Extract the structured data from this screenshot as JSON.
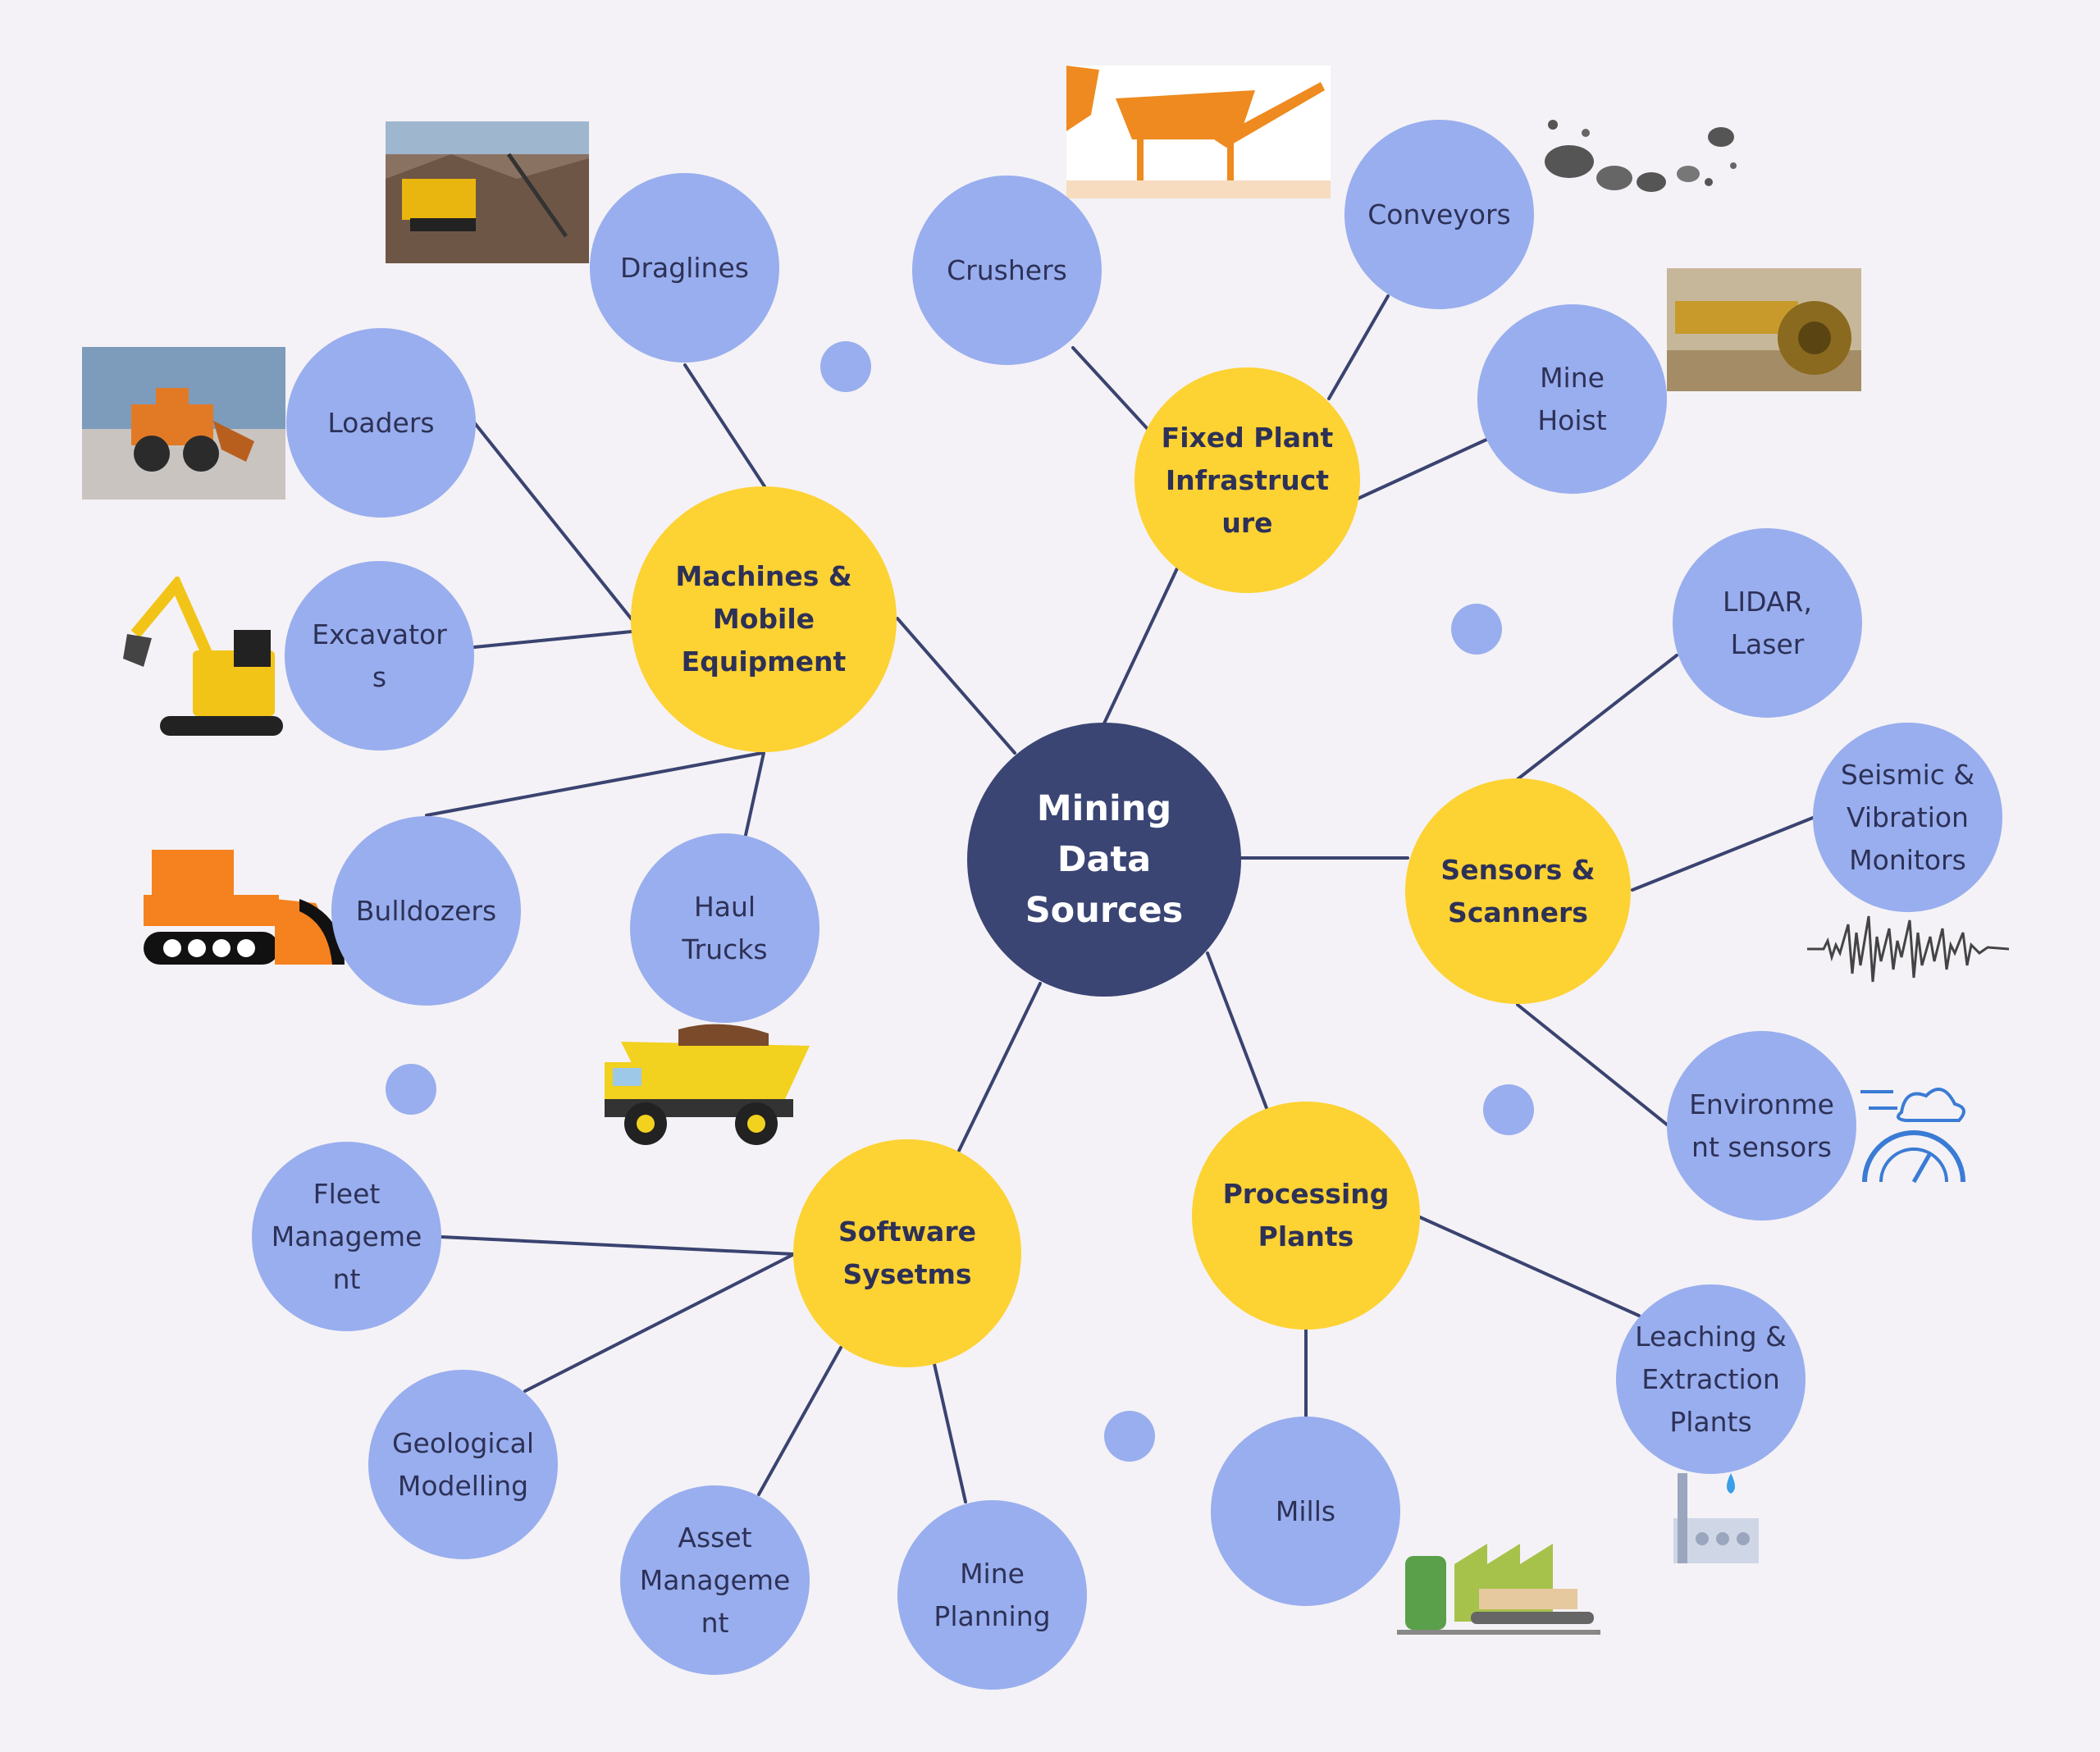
{
  "diagram": {
    "center": {
      "label": "Mining\nData\nSources"
    },
    "categories": [
      {
        "id": "machines",
        "label": "Machines &\nMobile\nEquipment"
      },
      {
        "id": "fixed-plant",
        "label": "Fixed Plant\nInfrastruct\nure"
      },
      {
        "id": "sensors",
        "label": "Sensors &\nScanners"
      },
      {
        "id": "processing",
        "label": "Processing\nPlants"
      },
      {
        "id": "software",
        "label": "Software\nSysetms"
      }
    ],
    "leaves": [
      {
        "id": "draglines",
        "label": "Draglines",
        "parent": "machines"
      },
      {
        "id": "loaders",
        "label": "Loaders",
        "parent": "machines"
      },
      {
        "id": "excavators",
        "label": "Excavator\ns",
        "parent": "machines"
      },
      {
        "id": "bulldozers",
        "label": "Bulldozers",
        "parent": "machines"
      },
      {
        "id": "haul-trucks",
        "label": "Haul\nTrucks",
        "parent": "machines"
      },
      {
        "id": "crushers",
        "label": "Crushers",
        "parent": "fixed-plant"
      },
      {
        "id": "conveyors",
        "label": "Conveyors",
        "parent": "fixed-plant"
      },
      {
        "id": "mine-hoist",
        "label": "Mine\nHoist",
        "parent": "fixed-plant"
      },
      {
        "id": "lidar",
        "label": "LIDAR,\nLaser",
        "parent": "sensors"
      },
      {
        "id": "seismic",
        "label": "Seismic &\nVibration\nMonitors",
        "parent": "sensors"
      },
      {
        "id": "environment",
        "label": "Environme\nnt sensors",
        "parent": "sensors"
      },
      {
        "id": "leaching",
        "label": "Leaching &\nExtraction\nPlants",
        "parent": "processing"
      },
      {
        "id": "mills",
        "label": "Mills",
        "parent": "processing"
      },
      {
        "id": "fleet",
        "label": "Fleet\nManageme\nnt",
        "parent": "software"
      },
      {
        "id": "geological",
        "label": "Geological\nModelling",
        "parent": "software"
      },
      {
        "id": "asset",
        "label": "Asset\nManageme\nnt",
        "parent": "software"
      },
      {
        "id": "mine-planning",
        "label": "Mine\nPlanning",
        "parent": "software"
      }
    ],
    "colors": {
      "center": "#3a4574",
      "category": "#fdd233",
      "leaf": "#99aeee",
      "edge": "#3a4370",
      "background": "#f4f2f6"
    },
    "illustrations": [
      "dragline-photo",
      "loader-photo",
      "excavator-icon",
      "bulldozer-icon",
      "dump-truck-icon",
      "crusher-photo",
      "rocks-icon",
      "bucket-wheel-photo",
      "seismic-waveform-icon",
      "weather-gauge-icon",
      "extraction-plant-icon",
      "factory-icon"
    ]
  }
}
